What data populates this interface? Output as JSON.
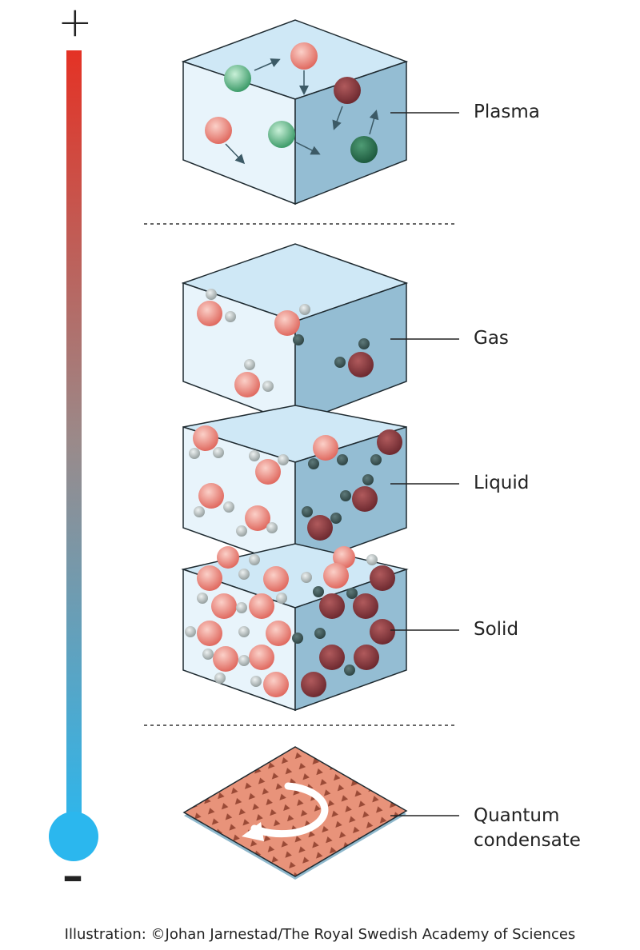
{
  "scale": {
    "top_symbol": "+",
    "bottom_symbol": "–",
    "top_color": "#e43225",
    "bottom_color": "#2bb7ee"
  },
  "states": [
    {
      "label": "Plasma"
    },
    {
      "label": "Gas"
    },
    {
      "label": "Liquid"
    },
    {
      "label": "Solid"
    },
    {
      "label": "Quantum condensate",
      "line1": "Quantum",
      "line2": "condensate"
    }
  ],
  "credit": "Illustration: ©Johan Jarnestad/The Royal Swedish Academy of Sciences",
  "colors": {
    "cube_top": "#cfe8f6",
    "cube_front": "#e8f4fb",
    "cube_side": "#94bdd3",
    "atom_red": "#e8857b",
    "atom_dark": "#8a3a3e",
    "atom_green": "#3e9c6a",
    "atom_gray": "#a8b2b2",
    "condensate": "#e8937a"
  }
}
